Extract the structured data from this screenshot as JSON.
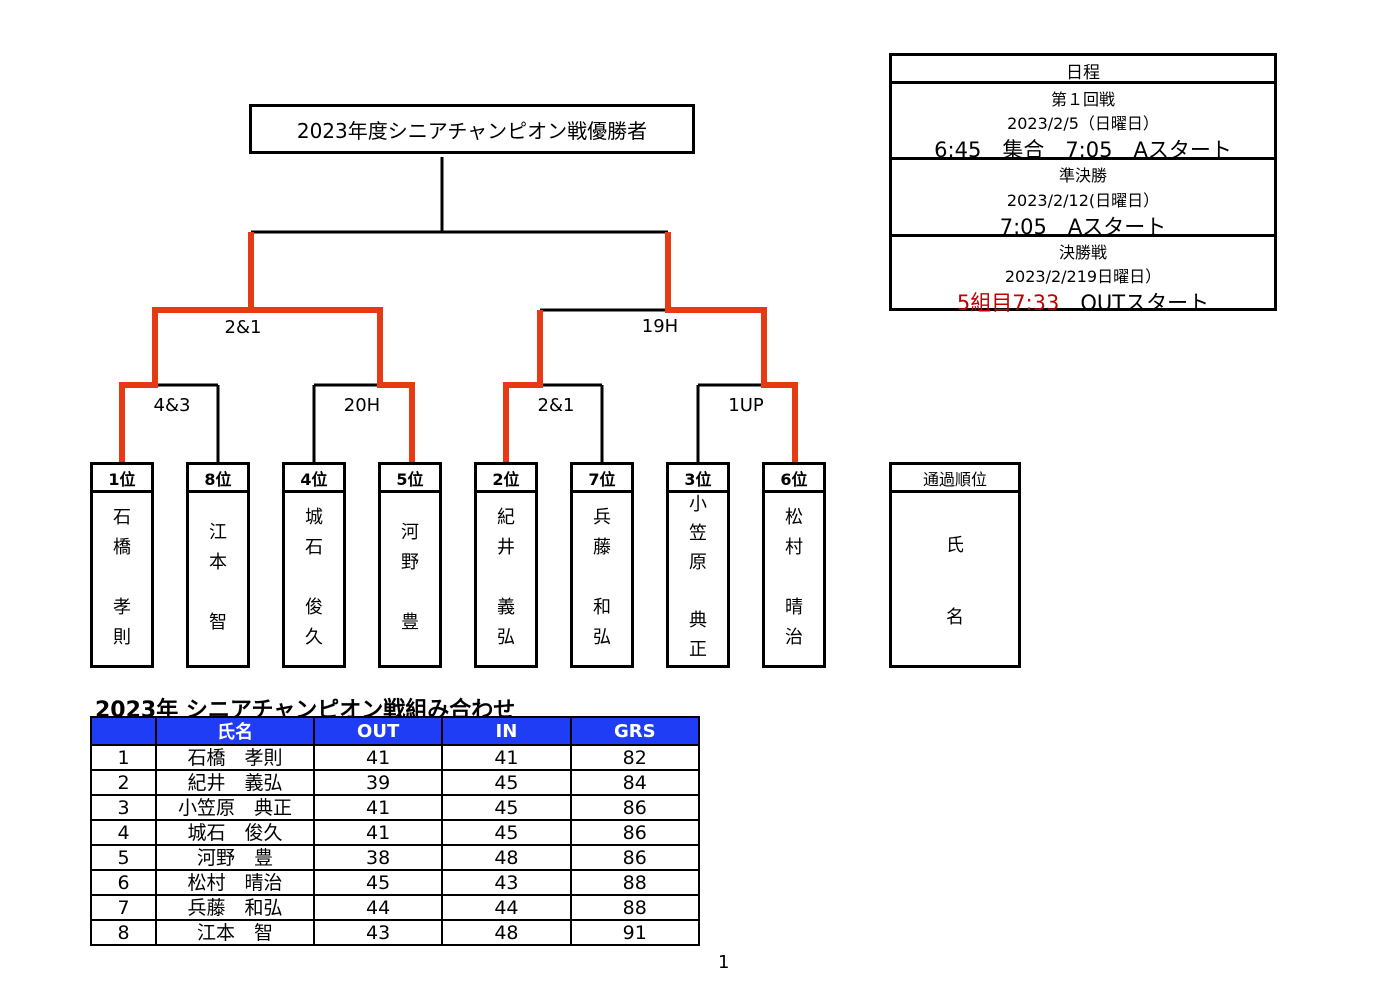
{
  "champion_title": "2023年度シニアチャンピオン戦優勝者",
  "scores": {
    "semi_left": "2&1",
    "semi_right": "19H",
    "q1": "4&3",
    "q2": "20H",
    "q3": "2&1",
    "q4": "1UP"
  },
  "players": [
    {
      "seed": "1位",
      "name": [
        "石",
        "橋",
        "",
        "孝",
        "則"
      ]
    },
    {
      "seed": "8位",
      "name": [
        "江",
        "本",
        "",
        "智"
      ]
    },
    {
      "seed": "4位",
      "name": [
        "城",
        "石",
        "",
        "俊",
        "久"
      ]
    },
    {
      "seed": "5位",
      "name": [
        "河",
        "野",
        "",
        "豊"
      ]
    },
    {
      "seed": "2位",
      "name": [
        "紀",
        "井",
        "",
        "義",
        "弘"
      ]
    },
    {
      "seed": "7位",
      "name": [
        "兵",
        "藤",
        "",
        "和",
        "弘"
      ]
    },
    {
      "seed": "3位",
      "name": [
        "小",
        "笠",
        "原",
        "",
        "典",
        "正"
      ]
    },
    {
      "seed": "6位",
      "name": [
        "松",
        "村",
        "",
        "晴",
        "治"
      ]
    }
  ],
  "schedule": {
    "header": "日程",
    "round1": {
      "title": "第１回戦",
      "date": "2023/2/5（日曜日）",
      "time": "6:45　集合　7:05　Aスタート"
    },
    "semi": {
      "title": "準決勝",
      "date": "2023/2/12(日曜日）",
      "time": "7:05　Aスタート"
    },
    "final": {
      "title": "決勝戦",
      "date": "2023/2/219日曜日）",
      "time_red": "5組目7:33",
      "time_rest": "　OUTスタート"
    }
  },
  "qualify": {
    "header": "通過順位",
    "name_chars": [
      "氏",
      "名"
    ]
  },
  "table": {
    "title": "2023年  シニアチャンピオン戦組み合わせ",
    "headers": [
      "",
      "氏名",
      "OUT",
      "IN",
      "GRS"
    ],
    "rows": [
      [
        "1",
        "石橋　孝則",
        "41",
        "41",
        "82"
      ],
      [
        "2",
        "紀井　義弘",
        "39",
        "45",
        "84"
      ],
      [
        "3",
        "小笠原　典正",
        "41",
        "45",
        "86"
      ],
      [
        "4",
        "城石　俊久",
        "41",
        "45",
        "86"
      ],
      [
        "5",
        "河野　豊",
        "38",
        "48",
        "86"
      ],
      [
        "6",
        "松村　晴治",
        "45",
        "43",
        "88"
      ],
      [
        "7",
        "兵藤　和弘",
        "44",
        "44",
        "88"
      ],
      [
        "8",
        "江本　智",
        "43",
        "48",
        "91"
      ]
    ]
  },
  "page_number": "1",
  "colors": {
    "win_line": "#e53a12",
    "line": "#000000",
    "table_header": "#1e3df5",
    "final_red": "#c00000"
  }
}
